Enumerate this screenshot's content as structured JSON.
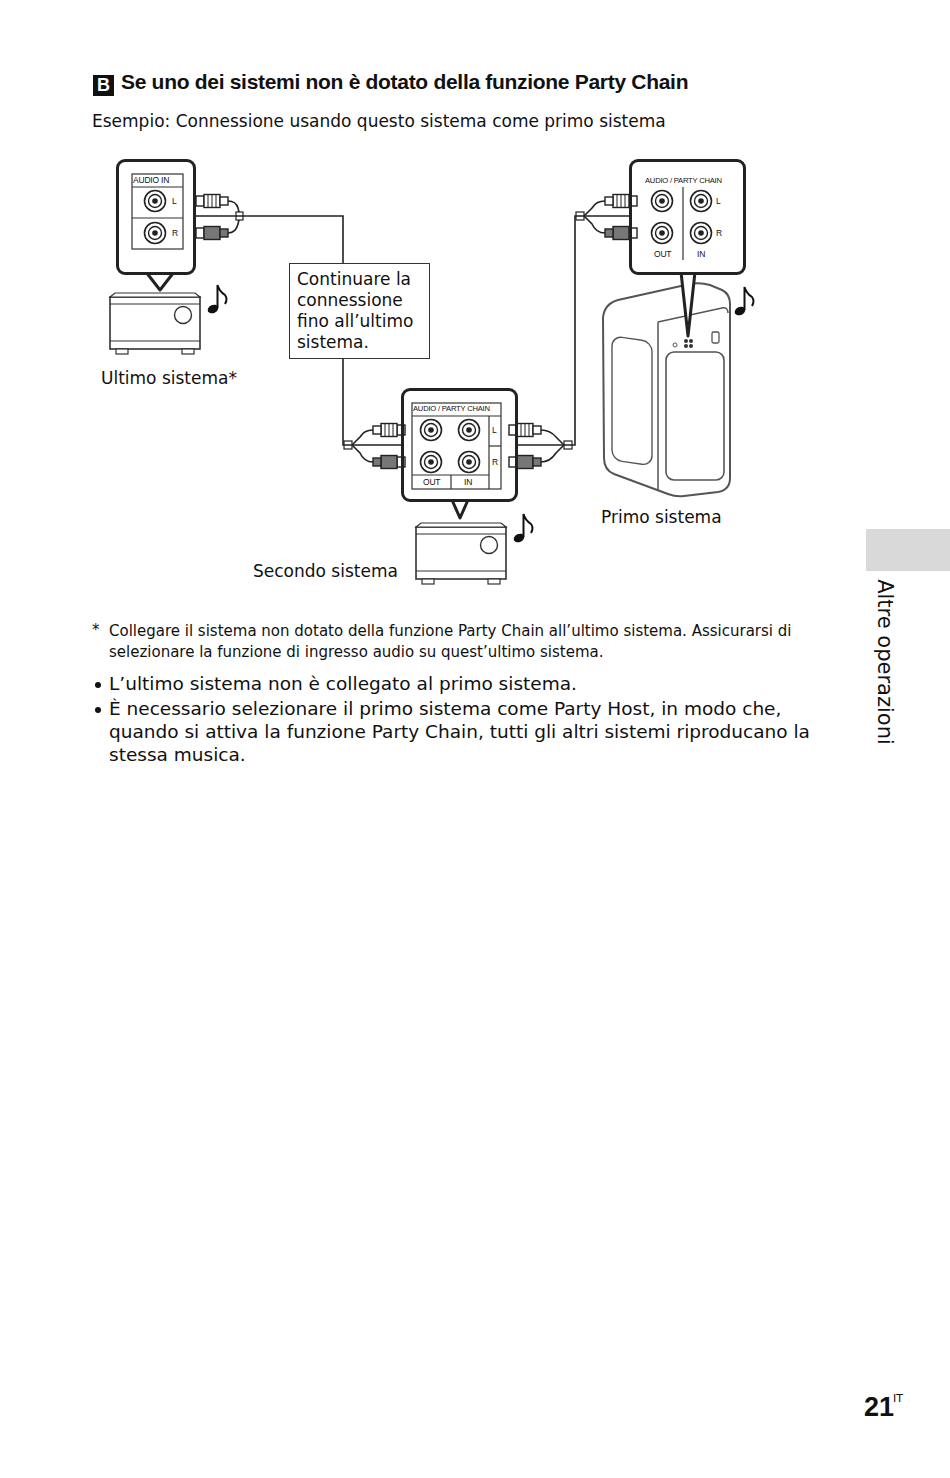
{
  "diagram": {
    "title": "Se uno dei sistemi non è dotato della funzione Party Chain",
    "nodes": [
      {
        "text": [
          "AUDIO IN",
          "L",
          "R"
        ]
      },
      {
        "text": [
          "AUDIO / PARTY CHAIN",
          "L",
          "R",
          "OUT",
          "IN"
        ]
      },
      {
        "text": [
          "AUDIO / PARTY CHAIN",
          "L",
          "R",
          "OUT",
          "IN"
        ]
      }
    ],
    "edges": [
      {
        "from": 1,
        "to": 0,
        "arrow": "none",
        "label": "Continuare la connessione fino all’ultimo sistema."
      },
      {
        "from": 2,
        "to": 1,
        "arrow": "none"
      }
    ],
    "labels": [
      "B",
      "Esempio: Connessione usando questo sistema come primo sistema",
      "Ultimo sistema*",
      "Secondo sistema",
      "Primo sistema",
      "*",
      "Collegare il sistema non dotato della funzione Party Chain all’ultimo sistema. Assicurarsi di selezionare la funzione di ingresso audio su quest’ultimo sistema.",
      "L’ultimo sistema non è collegato al primo sistema.",
      "È necessario selezionare il primo sistema come Party Host, in modo che, quando si attiva la funzione Party Chain, tutti gli altri sistemi riproducano la stessa musica.",
      "Altre operazioni",
      "21",
      "IT"
    ]
  }
}
